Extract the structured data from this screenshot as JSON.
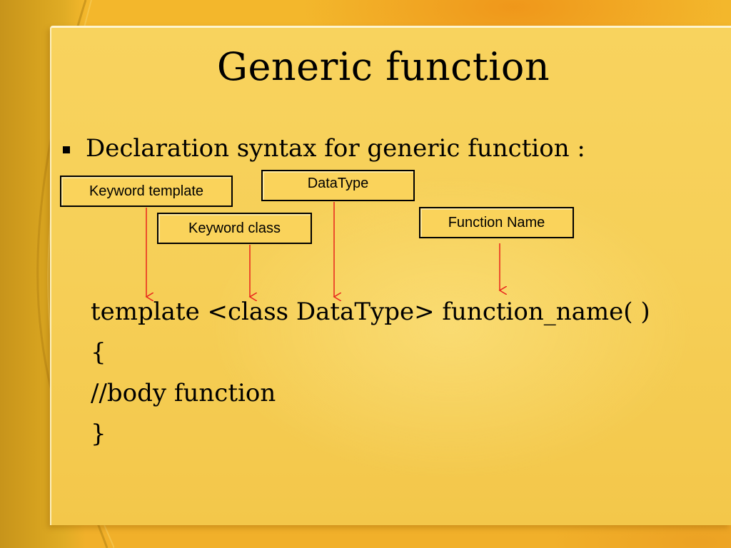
{
  "slide": {
    "title": "Generic function",
    "bullet": "Declaration syntax for generic function :"
  },
  "callouts": {
    "keyword_template": "Keyword template",
    "datatype": "DataType",
    "keyword_class": "Keyword class",
    "function_name": "Function Name"
  },
  "code": {
    "line1": "template <class DataType> function_name( )",
    "line2": "{",
    "line3": "//body function",
    "line4": "}"
  },
  "colors": {
    "arrow": "#e8231c",
    "panel": "#f6cf57",
    "side_band": "#c7941b"
  }
}
